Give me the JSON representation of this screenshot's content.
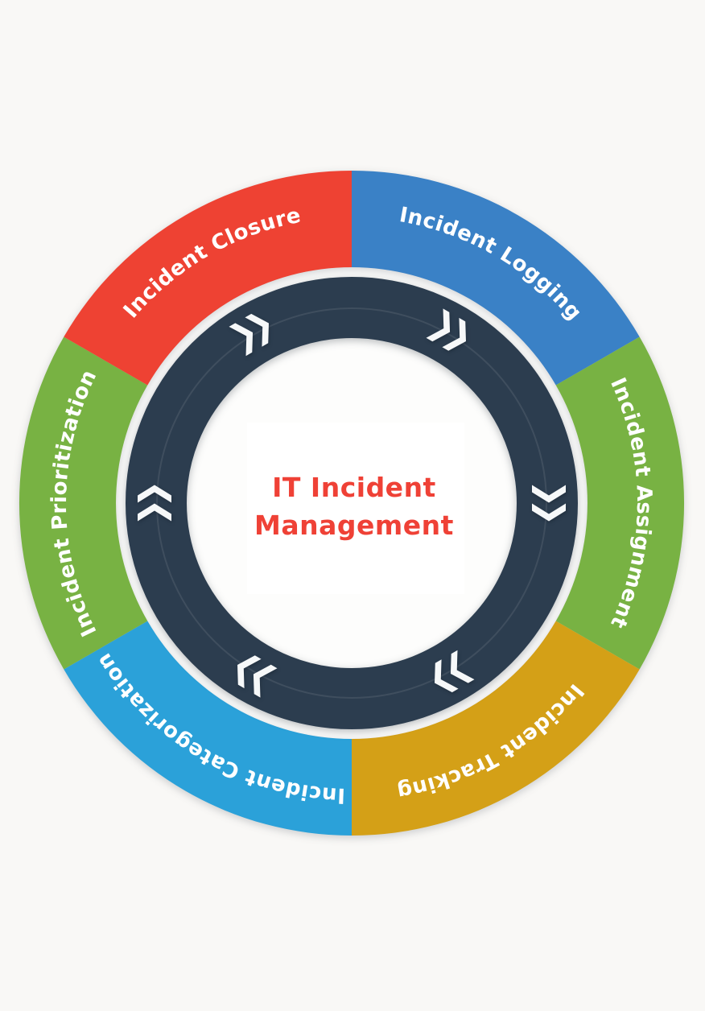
{
  "title": {
    "line1": "IT Incident",
    "line2": "Management",
    "color": "#ef4136"
  },
  "wheel": {
    "flow_direction": "clockwise",
    "background": "#f9f8f6",
    "ring_color": "#2c3d4f",
    "inner_face_color": "#fdfdfc",
    "center_card_color": "#ffffff",
    "label_color": "#ffffff",
    "chevron_color": "#f6f8f9",
    "chevron_angles": [
      30,
      90,
      150,
      210,
      270,
      330
    ],
    "segments": [
      {
        "label": "Incident Logging",
        "color": "#3a81c6",
        "start_angle": 0,
        "end_angle": 60
      },
      {
        "label": "Incident Assignment",
        "color": "#78b243",
        "start_angle": 60,
        "end_angle": 120
      },
      {
        "label": "Incident Tracking",
        "color": "#d4a017",
        "start_angle": 120,
        "end_angle": 180
      },
      {
        "label": "Incident Categorization",
        "color": "#2ba1d9",
        "start_angle": 180,
        "end_angle": 240
      },
      {
        "label": "Incident Prioritization",
        "color": "#78b243",
        "start_angle": 240,
        "end_angle": 300
      },
      {
        "label": "Incident Closure",
        "color": "#ee4233",
        "start_angle": 300,
        "end_angle": 360
      }
    ]
  }
}
